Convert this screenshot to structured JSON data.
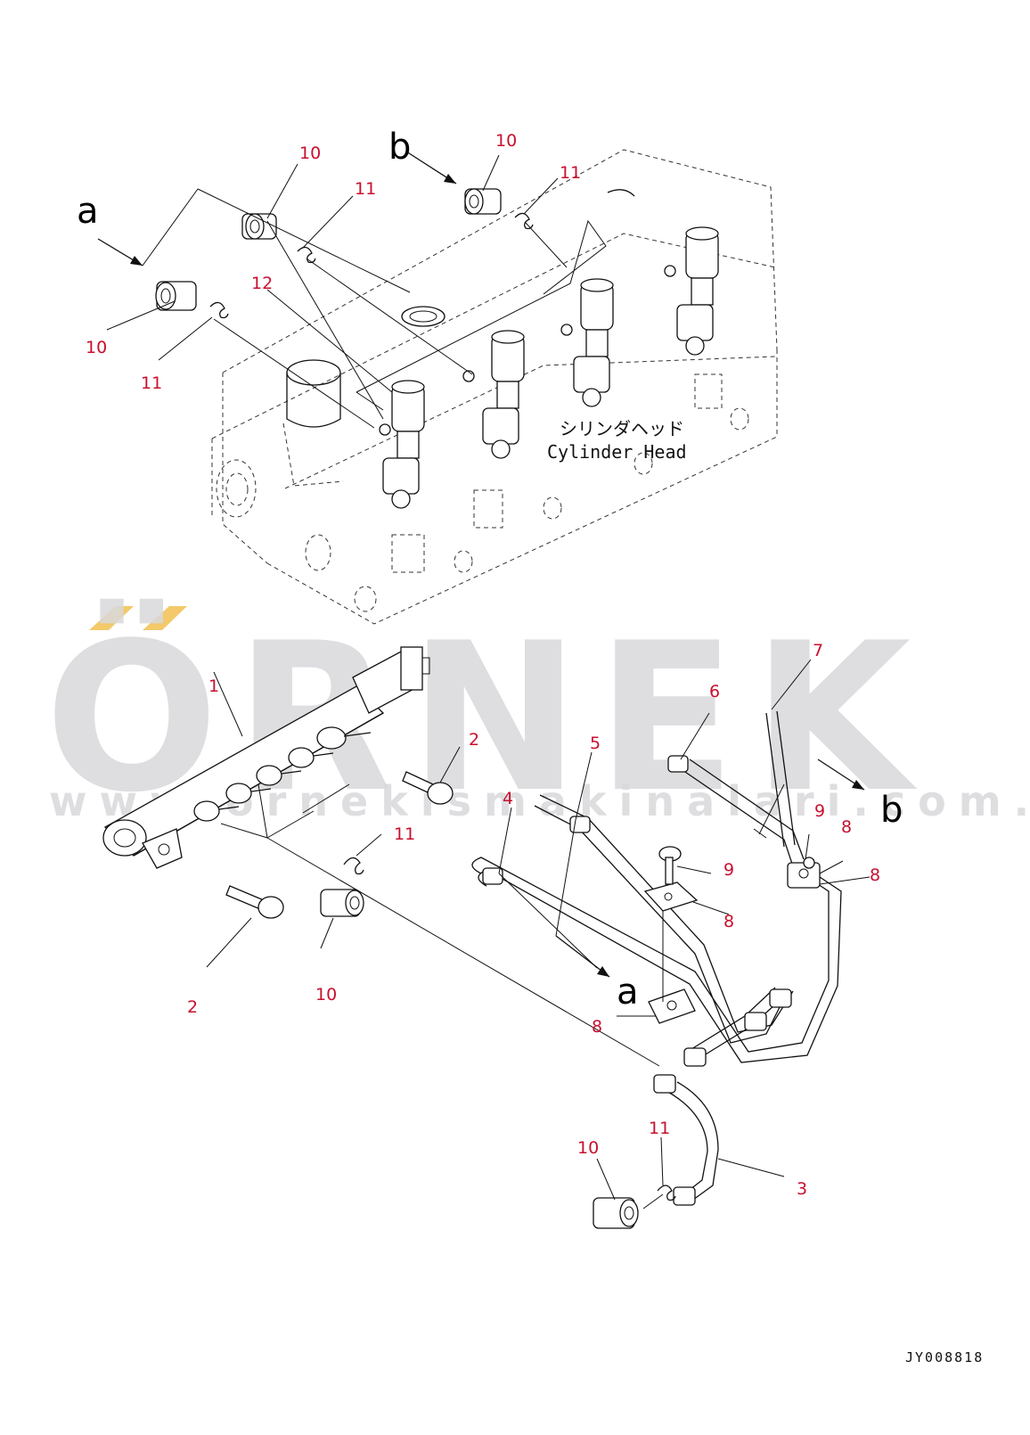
{
  "callouts": {
    "top_10_center": "10",
    "top_11_center": "11",
    "top_10_right": "10",
    "top_11_right": "11",
    "top_10_left": "10",
    "top_11_left": "11",
    "top_12": "12",
    "part_1": "1",
    "part_2_upper": "2",
    "part_2_lower": "2",
    "part_3": "3",
    "part_4": "4",
    "part_5": "5",
    "part_6": "6",
    "part_7": "7",
    "part_8_a": "8",
    "part_8_b": "8",
    "part_8_c": "8",
    "part_8_d": "8",
    "part_9_a": "9",
    "part_9_b": "9",
    "mid_10": "10",
    "mid_11": "11",
    "bottom_10": "10",
    "bottom_11": "11"
  },
  "reference_letters": {
    "a_top": "a",
    "b_top": "b",
    "a_bottom": "a",
    "b_right": "b"
  },
  "labels": {
    "cylinder_head_jp": "シリンダヘッド",
    "cylinder_head_en": "Cylinder Head"
  },
  "drawing_code": "JY008818",
  "watermark": {
    "brand": "ÖRNEK",
    "url": "www.ornekismakinalari.com.tr",
    "gray": "#d9d9dc",
    "gold": "#f3c96a"
  },
  "colors": {
    "callout": "#c8102e",
    "line": "#111111"
  }
}
